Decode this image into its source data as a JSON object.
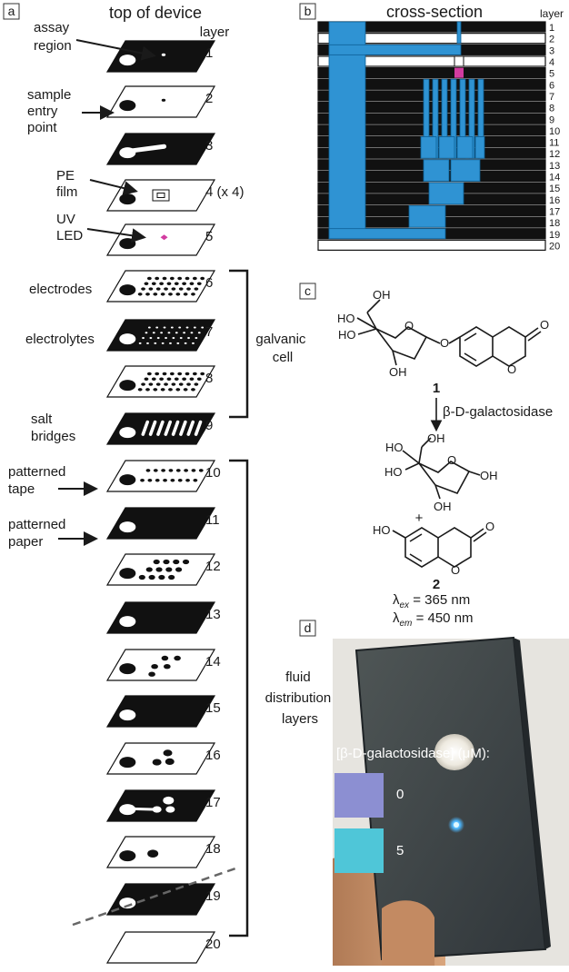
{
  "panels": {
    "a": "a",
    "b": "b",
    "c": "c",
    "d": "d"
  },
  "panel_a": {
    "title": "top of device",
    "layer_header": "layer",
    "layer_numbers": [
      "1",
      "2",
      "3",
      "4 (x 4)",
      "5",
      "6",
      "7",
      "8",
      "9",
      "10",
      "11",
      "12",
      "13",
      "14",
      "15",
      "16",
      "17",
      "18",
      "19",
      "20"
    ],
    "callouts": {
      "assay_region": [
        "assay",
        "region"
      ],
      "sample_entry_point": [
        "sample",
        "entry",
        "point"
      ],
      "pe_film": [
        "PE",
        "film"
      ],
      "uv_led": [
        "UV",
        "LED"
      ],
      "electrodes": "electrodes",
      "electrolytes": "electrolytes",
      "salt_bridges": [
        "salt",
        "bridges"
      ],
      "patterned_tape": [
        "patterned",
        "tape"
      ],
      "patterned_paper": [
        "patterned",
        "paper"
      ]
    },
    "groups": {
      "galvanic_cell": [
        "galvanic",
        "cell"
      ],
      "fluid_distribution": [
        "fluid",
        "distribution",
        "layers"
      ]
    }
  },
  "panel_b": {
    "title": "cross-section",
    "layer_header": "layer",
    "layer_numbers": [
      "1",
      "2",
      "3",
      "4",
      "5",
      "6",
      "7",
      "8",
      "9",
      "10",
      "11",
      "12",
      "13",
      "14",
      "15",
      "16",
      "17",
      "18",
      "19",
      "20"
    ],
    "colors": {
      "fluid": "#2f93d3",
      "led": "#d23ca0",
      "dark_layer": "#111111"
    }
  },
  "panel_c": {
    "compound_1": "1",
    "enzyme": "β-D-galactosidase",
    "plus": "+",
    "compound_2": "2",
    "lambda_ex": [
      "λ",
      "ex",
      " = 365 nm"
    ],
    "lambda_em": [
      "λ",
      "em",
      " = 450 nm"
    ],
    "atoms": {
      "oh": "OH",
      "ho": "HO",
      "o": "O"
    }
  },
  "panel_d": {
    "concentration_label": "[β-D-galactosidase] (μM):",
    "swatches": [
      {
        "value": "0",
        "color": "#8c8fd2"
      },
      {
        "value": "5",
        "color": "#4fc6d8"
      }
    ]
  }
}
